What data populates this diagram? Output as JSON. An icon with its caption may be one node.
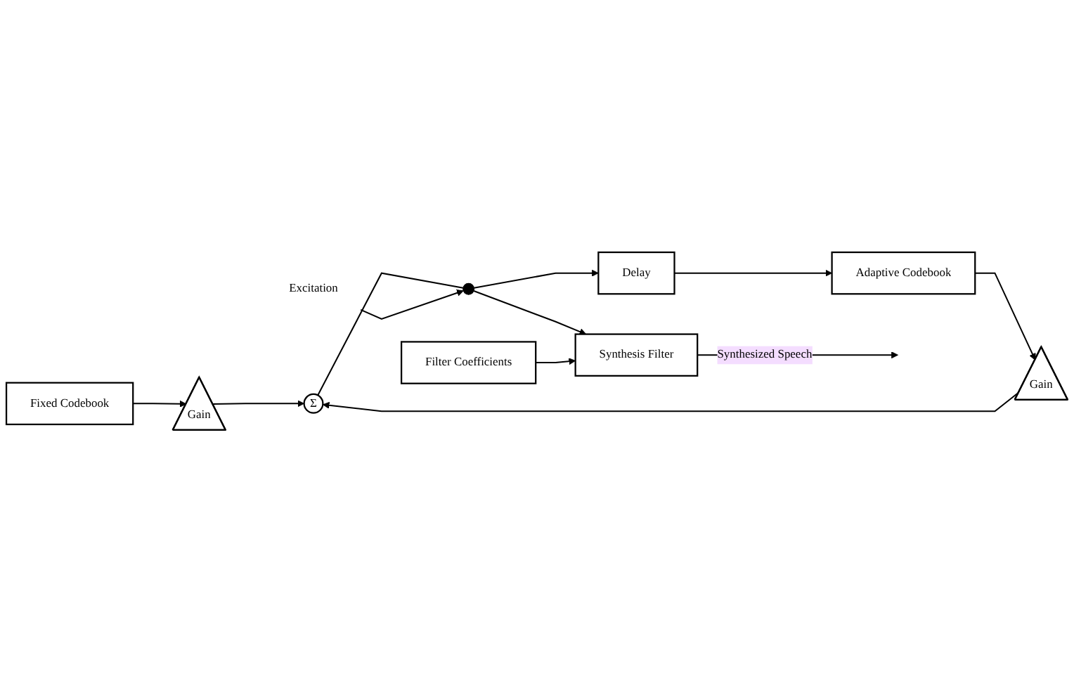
{
  "diagram": {
    "nodes": [
      {
        "text": [
          "Fixed Codebook"
        ]
      },
      {
        "text": [
          "Gain"
        ]
      },
      {
        "text": [
          "Excitation"
        ]
      },
      {
        "text": [
          "Σ"
        ]
      },
      {
        "text": [],
        "shape": "circle"
      },
      {
        "text": [
          "Synthesis Filter"
        ]
      },
      {
        "text": [
          "Adaptive Codebook"
        ]
      },
      {
        "text": [
          "Gain"
        ]
      },
      {
        "text": [
          "Filter Coefficients"
        ]
      },
      {
        "text": [
          "Delay"
        ]
      }
    ],
    "edges": [
      {
        "from": 0,
        "to": 1,
        "arrow": "to"
      },
      {
        "from": 1,
        "to": 3,
        "arrow": "to"
      },
      {
        "from": 6,
        "to": 7,
        "arrow": "to"
      },
      {
        "from": 7,
        "to": 3,
        "arrow": "to"
      },
      {
        "from": 3,
        "to": 4,
        "arrow": "none"
      },
      {
        "from": 2,
        "to": 4,
        "arrow": "to"
      },
      {
        "from": 4,
        "to": 5,
        "arrow": "to"
      },
      {
        "from": 8,
        "to": 5,
        "arrow": "to"
      },
      {
        "from": 5,
        "to": null,
        "arrow": "to",
        "label": "Synthesized Speech"
      },
      {
        "from": 4,
        "to": 9,
        "arrow": "to"
      },
      {
        "from": 9,
        "to": 6,
        "arrow": "to"
      }
    ]
  }
}
